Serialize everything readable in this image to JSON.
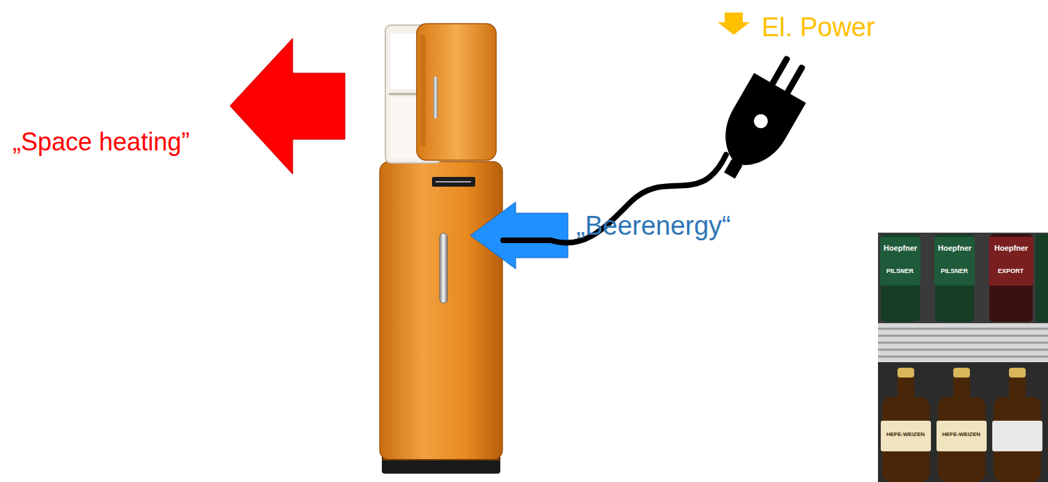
{
  "diagram": {
    "labels": [
      "„Space heating”",
      "El. Power",
      "„Beerenergy“",
      "Hoepfner",
      "Hoepfner",
      "Hoepfner",
      "PILSNER",
      "PILSNER",
      "EXPORT",
      "HEFE-WEIZEN",
      "HEFE-WEIZEN"
    ]
  }
}
